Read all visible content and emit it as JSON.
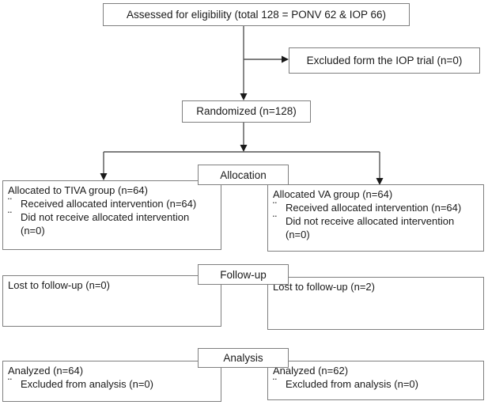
{
  "diagram": {
    "title_hint": "CONSORT participant flow diagram",
    "assessed": "Assessed for eligibility (total 128 = PONV 62 & IOP 66)",
    "excluded": "Excluded form the IOP trial (n=0)",
    "randomized": "Randomized (n=128)",
    "allocation": {
      "label": "Allocation",
      "left": {
        "title": "Allocated to TIVA group (n=64)",
        "bullets": [
          "Received allocated intervention (n=64)",
          "Did not receive allocated intervention (n=0)"
        ]
      },
      "right": {
        "title": "Allocated VA group (n=64)",
        "bullets": [
          "Received allocated intervention (n=64)",
          "Did not receive allocated intervention (n=0)"
        ]
      }
    },
    "followup": {
      "label": "Follow-up",
      "left": {
        "title": "Lost to follow-up (n=0)"
      },
      "right": {
        "title": "Lost to follow-up (n=2)"
      }
    },
    "analysis": {
      "label": "Analysis",
      "left": {
        "title": "Analyzed (n=64)",
        "bullets": [
          "Excluded from analysis (n=0)"
        ]
      },
      "right": {
        "title": "Analyzed (n=62)",
        "bullets": [
          "Excluded from analysis (n=0)"
        ]
      }
    },
    "glyphs": {
      "bullet": "¨"
    },
    "colors": {
      "border": "#7f7f7f",
      "line": "#555555",
      "arrowhead": "#1a1a1a",
      "text": "#1a1a1a",
      "background": "#ffffff"
    }
  }
}
